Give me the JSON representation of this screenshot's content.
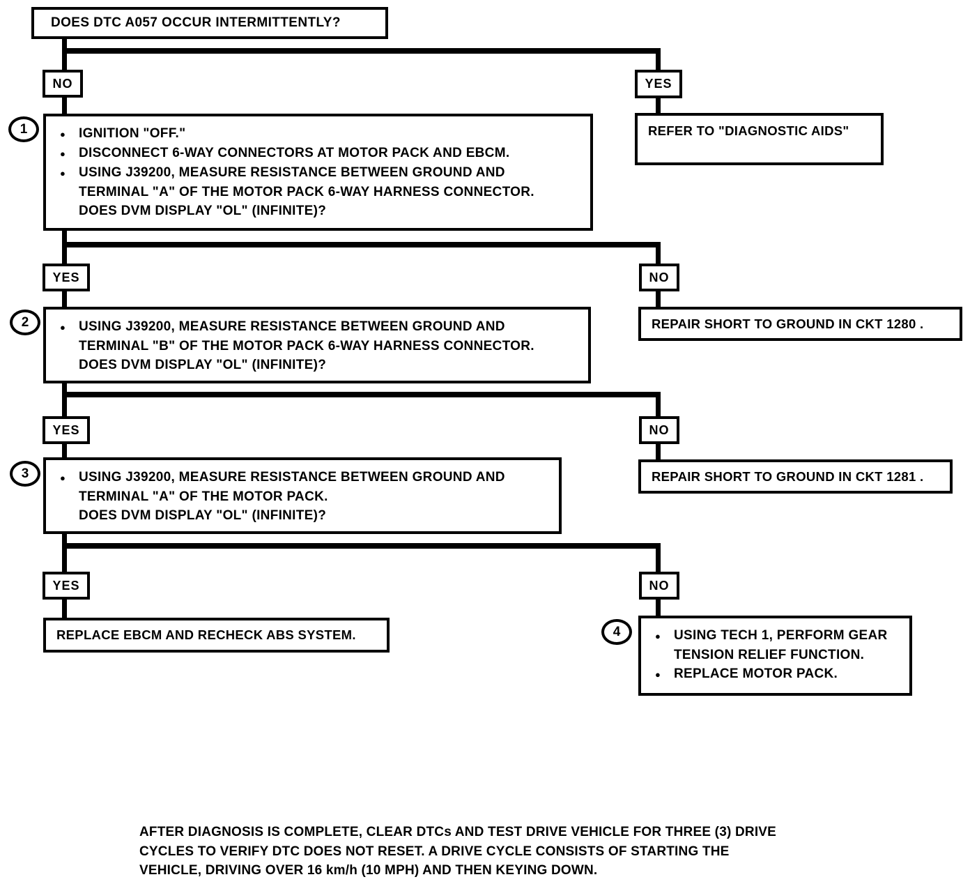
{
  "glyphs": {
    "bullet": "●"
  },
  "labels": {
    "yes": "YES",
    "no": "NO"
  },
  "nodes": {
    "q0": {
      "text": "DOES DTC A057 OCCUR INTERMITTENTLY?"
    },
    "refer_aids": {
      "text": "REFER TO \"DIAGNOSTIC AIDS\""
    },
    "step1": {
      "number": "1",
      "bullet1": "IGNITION \"OFF.\"",
      "bullet2": "DISCONNECT 6-WAY CONNECTORS AT MOTOR PACK AND EBCM.",
      "bullet3": "USING J39200, MEASURE RESISTANCE BETWEEN GROUND AND\nTERMINAL \"A\" OF THE MOTOR PACK 6-WAY HARNESS CONNECTOR.\nDOES DVM DISPLAY \"OL\" (INFINITE)?"
    },
    "repair_1280": {
      "text": "REPAIR SHORT TO GROUND IN CKT 1280 ."
    },
    "step2": {
      "number": "2",
      "bullet1": "USING J39200, MEASURE RESISTANCE BETWEEN GROUND AND\nTERMINAL \"B\" OF THE MOTOR PACK 6-WAY HARNESS CONNECTOR.\nDOES DVM DISPLAY \"OL\" (INFINITE)?"
    },
    "repair_1281": {
      "text": "REPAIR SHORT TO GROUND IN CKT 1281 ."
    },
    "step3": {
      "number": "3",
      "bullet1": "USING J39200, MEASURE RESISTANCE BETWEEN GROUND AND\nTERMINAL \"A\" OF THE MOTOR PACK.\nDOES DVM DISPLAY \"OL\" (INFINITE)?"
    },
    "replace_ebcm": {
      "text": "REPLACE EBCM AND RECHECK ABS SYSTEM."
    },
    "step4": {
      "number": "4",
      "bullet1": "USING TECH 1, PERFORM GEAR\nTENSION RELIEF FUNCTION.",
      "bullet2": "REPLACE MOTOR PACK."
    }
  },
  "footer": {
    "text": "AFTER DIAGNOSIS IS COMPLETE, CLEAR DTCs AND TEST DRIVE VEHICLE FOR THREE (3) DRIVE\nCYCLES TO VERIFY DTC DOES NOT RESET.  A DRIVE CYCLE CONSISTS OF STARTING THE\nVEHICLE, DRIVING OVER 16 km/h (10 MPH) AND THEN KEYING DOWN."
  }
}
